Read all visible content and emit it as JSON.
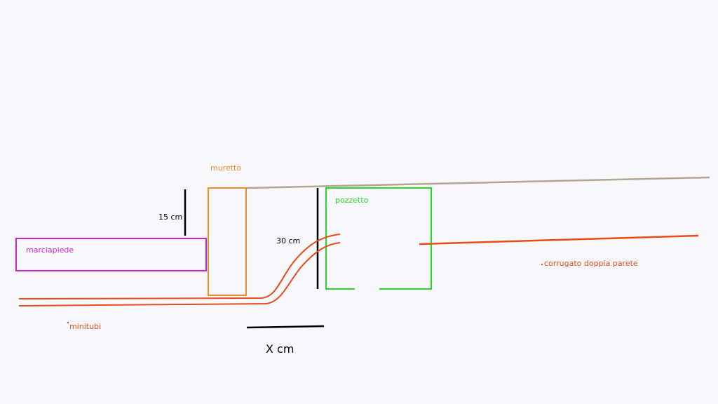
{
  "labels": {
    "muretto": "muretto",
    "pozzetto": "pozzetto",
    "marciapiede": "marciapiede",
    "height_15": "15 cm",
    "height_30": "30 cm",
    "minitubi": "minitubi",
    "corrugato": "corrugato doppia parete",
    "distance": "X cm"
  },
  "colors": {
    "muretto": "#f08c28",
    "pozzetto": "#22dd22",
    "marciapiede": "#cc22cc",
    "pipes": "#e84a18",
    "ground": "#b3a590",
    "dimension": "#000000"
  }
}
